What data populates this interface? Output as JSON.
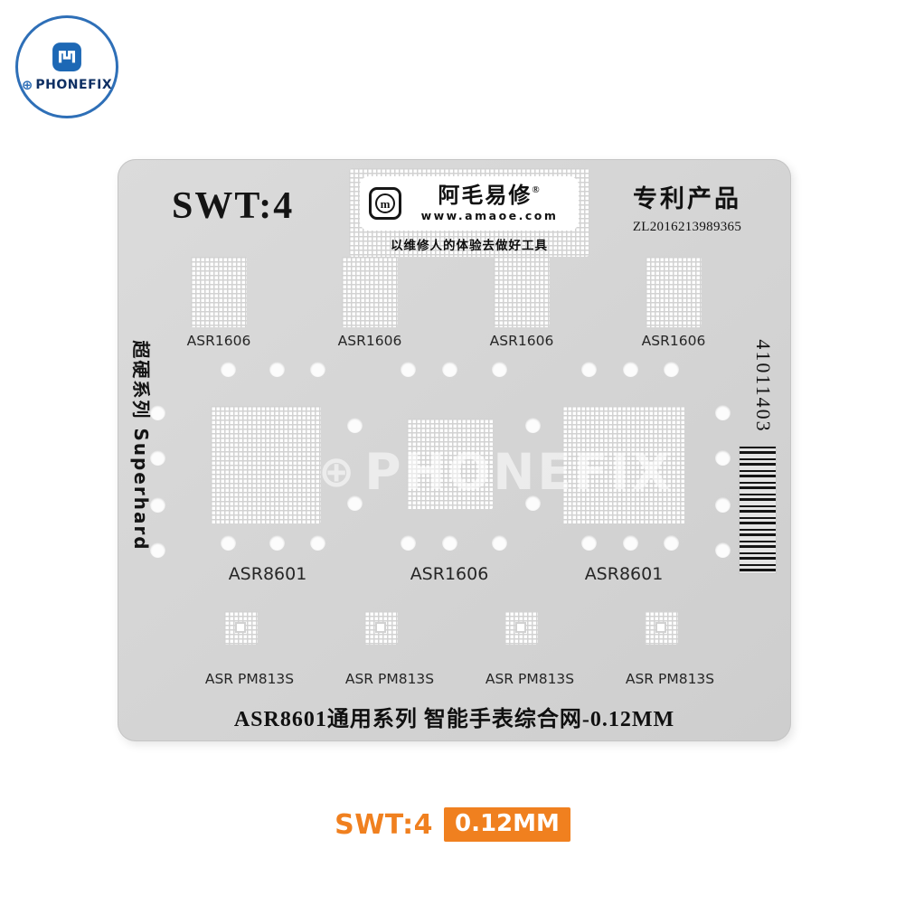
{
  "brand": {
    "logo_prefix": "⊕",
    "logo_text": "PHONEFIX"
  },
  "colors": {
    "accent_orange": "#f0801f",
    "brand_blue": "#1d68b5",
    "plate_gray": "#d4d4d4"
  },
  "plate": {
    "title": "SWT:4",
    "maker": {
      "symbol": "m",
      "name": "阿毛易修",
      "reg": "®",
      "url": "www.amaoe.com",
      "slogan": "以维修人的体验去做好工具"
    },
    "patent": {
      "label": "专利产品",
      "number": "ZL2016213989365"
    },
    "side_label": "超硬系列 Superhard",
    "serial": "41011403",
    "watermark": "PHONEFIX",
    "row1": [
      "ASR1606",
      "ASR1606",
      "ASR1606",
      "ASR1606"
    ],
    "row2": [
      "ASR8601",
      "ASR1606",
      "ASR8601"
    ],
    "row3": [
      "ASR PM813S",
      "ASR PM813S",
      "ASR PM813S",
      "ASR PM813S"
    ],
    "bottom_line": "ASR8601通用系列 智能手表综合网-0.12MM"
  },
  "footer": {
    "model": "SWT:4",
    "thickness": "0.12MM"
  }
}
